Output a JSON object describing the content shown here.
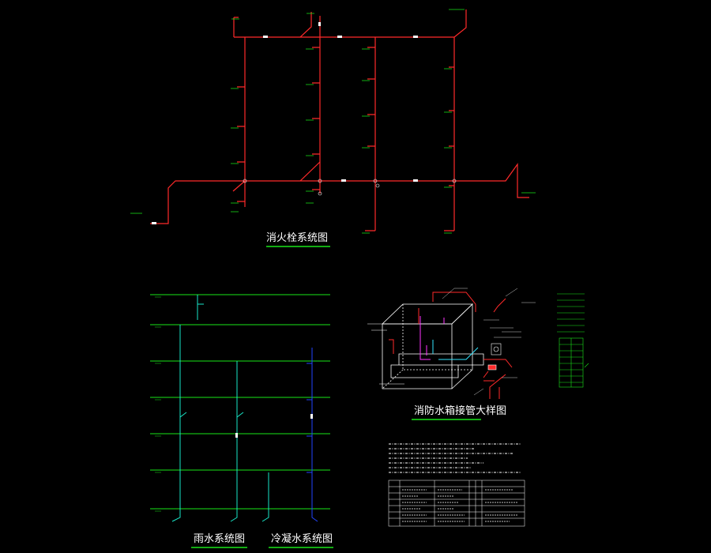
{
  "titles": {
    "fire_hydrant": "消火栓系统图",
    "rain_water": "雨水系统图",
    "condensate": "冷凝水系统图",
    "tank_detail": "消防水箱接管大样图"
  },
  "colors": {
    "background": "#000000",
    "fire_pipe": "#ff2a2a",
    "floor_line": "#19e619",
    "rain_pipe": "#19e6c8",
    "condensate_pipe": "#2244ff",
    "tank_outline": "#ffffff",
    "underline": "#19e619",
    "text": "#ffffff",
    "magenta": "#ff33ff",
    "cyan": "#33e6ff"
  }
}
